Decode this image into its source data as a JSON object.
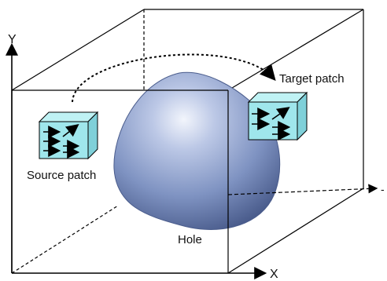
{
  "labels": {
    "y_axis": "Y",
    "x_axis": "X",
    "z_axis": "-",
    "source": "Source patch",
    "target": "Target patch",
    "hole": "Hole"
  },
  "colors": {
    "hole_light": "#eef2fb",
    "hole_mid": "#8fa3cf",
    "hole_dark": "#4c5f8f",
    "patch_fill": "#9fe6ec",
    "patch_side": "#7fd0d9",
    "line": "#000000"
  }
}
